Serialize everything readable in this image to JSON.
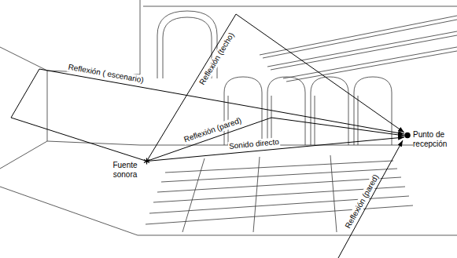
{
  "diagram": {
    "nodes": [
      {
        "text": [
          "Fuente sonora"
        ]
      },
      {
        "text": [
          "Punto de recepción"
        ]
      }
    ],
    "edges": [
      {
        "from": 0,
        "to": 1,
        "arrow": "to",
        "label": "Reflexión (techo)"
      },
      {
        "from": 0,
        "to": 1,
        "arrow": "to",
        "label": "Reflexión ( escenario)"
      },
      {
        "from": 0,
        "to": 1,
        "arrow": "to",
        "label": "Reflexión (pared)"
      },
      {
        "from": 0,
        "to": 1,
        "arrow": "to",
        "label": "Sonido directo"
      }
    ],
    "labels": [
      "Reflexión (pared)"
    ]
  }
}
